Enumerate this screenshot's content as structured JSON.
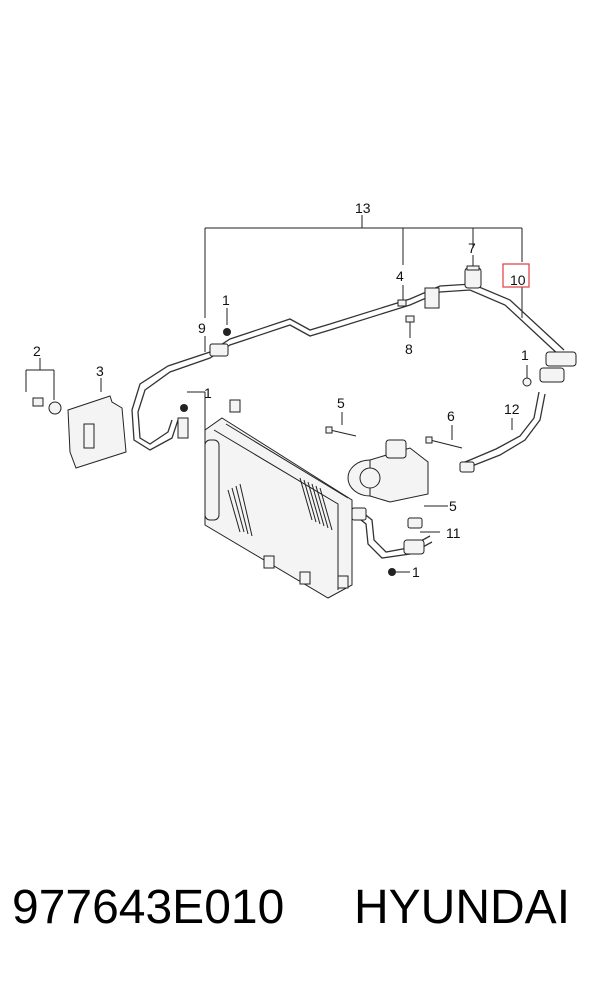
{
  "diagram": {
    "callouts": {
      "c13": "13",
      "c7": "7",
      "c4": "4",
      "c10": "10",
      "c1a": "1",
      "c9": "9",
      "c8": "8",
      "c2": "2",
      "c3": "3",
      "c1b": "1",
      "c1c": "1",
      "c12": "12",
      "c5a": "5",
      "c6": "6",
      "c5b": "5",
      "c11": "11",
      "c1d": "1"
    },
    "highlight_color": "#e23b3b"
  },
  "footer": {
    "part_number": "977643E010",
    "brand": "HYUNDAI"
  }
}
